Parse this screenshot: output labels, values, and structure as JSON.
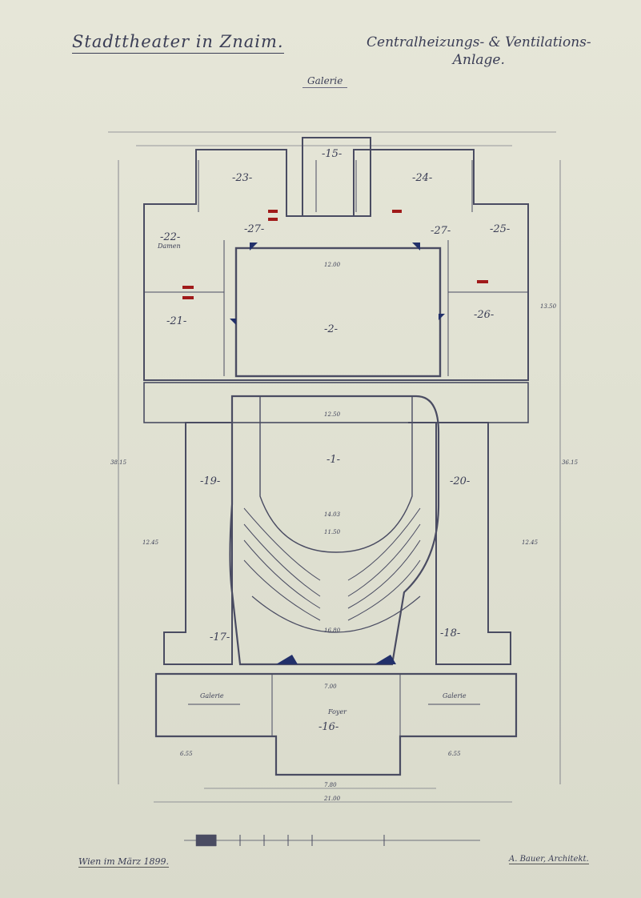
{
  "header": {
    "title_left": "Stadttheater in Znaim.",
    "title_right_line1": "Centralheizungs- & Ventilations-",
    "title_right_line2": "Anlage.",
    "subtitle": "Galerie"
  },
  "rooms": {
    "r1": "-1-",
    "r2": "-2-",
    "r15": "-15-",
    "r16": "-16-",
    "r17": "-17-",
    "r18": "-18-",
    "r19": "-19-",
    "r20": "-20-",
    "r21": "-21-",
    "r22": "-22-",
    "r23": "-23-",
    "r24": "-24-",
    "r25": "-25-",
    "r26": "-26-",
    "r27a": "-27-",
    "r27b": "-27-"
  },
  "room_labels": {
    "damen": "Damen",
    "gallerie_left": "Galerie",
    "gallerie_right": "Galerie",
    "foyer": "Foyer"
  },
  "dimensions": {
    "overall_width": "21.00",
    "foyer_width": "7.80",
    "left_wing": "6.55",
    "right_wing": "6.55",
    "stage_width": "12.00",
    "aud_width": "12.50",
    "aud_inner": "11.50",
    "aud_depth": "14.03",
    "aud_front": "16.80",
    "height_left": "38.15",
    "height_right": "36.15",
    "wing_left": "12.45",
    "wing_right": "12.45",
    "stage_depth": "13.50",
    "hall": "7.00"
  },
  "footer": {
    "left": "Wien im März 1899.",
    "right": "A. Bauer, Architekt."
  },
  "colors": {
    "ink": "#3a3d55",
    "paper": "#e3e3d6",
    "accent_red": "#a01a1a",
    "accent_blue": "#22306a"
  }
}
